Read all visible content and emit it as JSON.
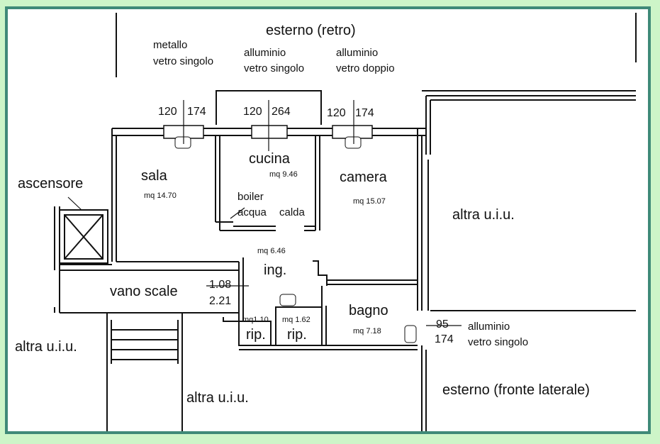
{
  "title": "esterno (retro)",
  "outside_side": "esterno (fronte laterale)",
  "windows": {
    "left": {
      "line1": "metallo",
      "line2": "vetro singolo",
      "w": "120",
      "h": "174"
    },
    "center": {
      "line1": "alluminio",
      "line2": "vetro singolo",
      "w": "120",
      "h": "264"
    },
    "right": {
      "line1": "alluminio",
      "line2": "vetro doppio",
      "w": "120",
      "h": "174"
    },
    "bath": {
      "line1": "alluminio",
      "line2": "vetro singolo",
      "w": "95",
      "h": "174"
    }
  },
  "rooms": {
    "sala": {
      "name": "sala",
      "area": "mq 14.70"
    },
    "cucina": {
      "name": "cucina",
      "area": "mq 9.46"
    },
    "camera": {
      "name": "camera",
      "area": "mq 15.07"
    },
    "ingresso": {
      "name": "ing.",
      "area": "mq 6.46"
    },
    "bagno": {
      "name": "bagno",
      "area": "mq 7.18"
    },
    "rip1": {
      "name": "rip.",
      "area": "mq1.10"
    },
    "rip2": {
      "name": "rip.",
      "area": "mq 1.62"
    },
    "vano_scale": {
      "name": "vano scale"
    },
    "ascensore": {
      "name": "ascensore"
    }
  },
  "boiler": {
    "line1": "boiler",
    "line2": "acqua",
    "line3": "calda"
  },
  "door": {
    "w": "1.08",
    "h": "2.21"
  },
  "other_units": {
    "right": "altra  u.i.u.",
    "left": "altra  u.i.u.",
    "bottom": "altra  u.i.u."
  }
}
